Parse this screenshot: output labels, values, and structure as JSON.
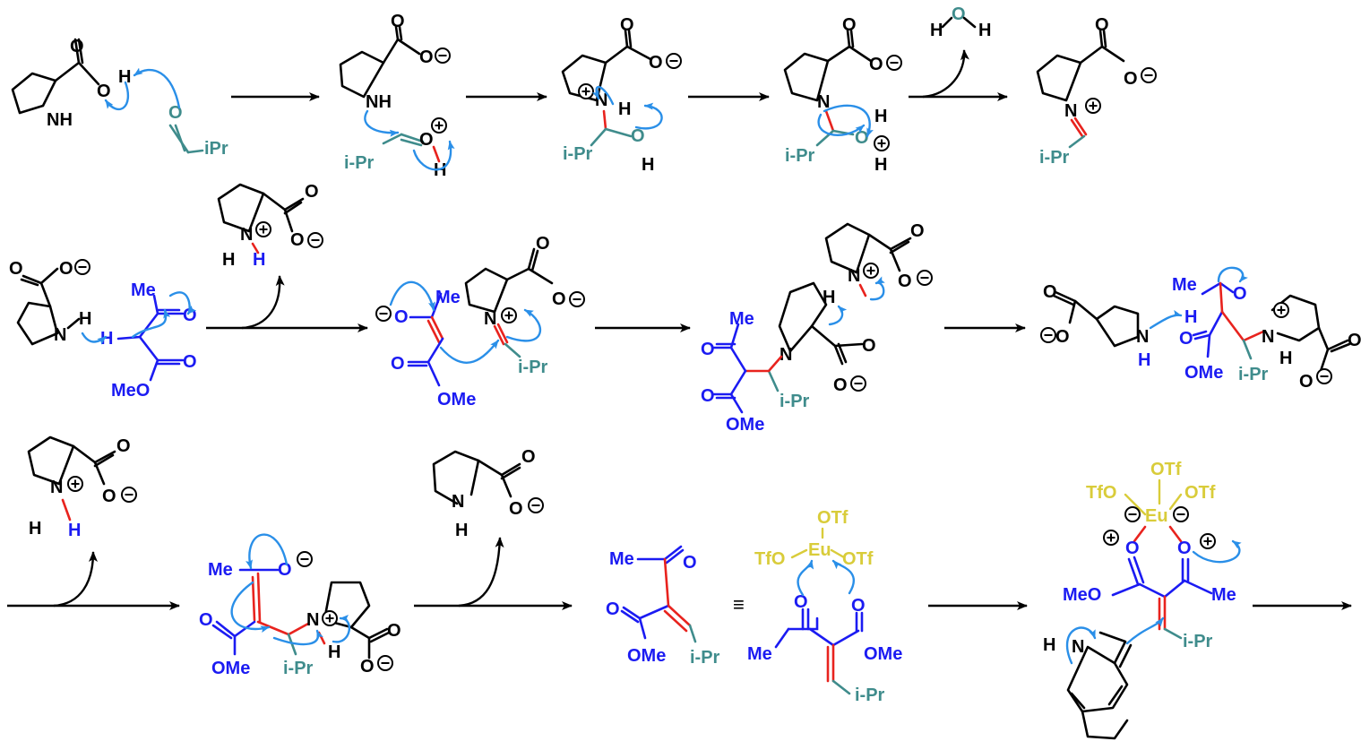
{
  "labels": {
    "oh": "O",
    "h": "H",
    "nh": "NH",
    "n": "N",
    "o": "O",
    "ipr": "i-Pr",
    "ipr_super": "iPr",
    "me": "Me",
    "meo": "MeO",
    "ome": "OMe",
    "eu": "Eu",
    "otf": "OTf",
    "tfo": "TfO",
    "equiv": "≡"
  },
  "colors": {
    "proline": "#000000",
    "ketoester": "#1b1bf2",
    "aldehyde": "#3f8c8c",
    "new_bond": "#e8231e",
    "curly_arrow": "#2a8fe8",
    "europium_complex": "#d9cc3a"
  },
  "icons": [
    "reaction-arrow",
    "curly-arrow",
    "plus-charge",
    "minus-charge",
    "proline-ring",
    "indole-ring"
  ]
}
